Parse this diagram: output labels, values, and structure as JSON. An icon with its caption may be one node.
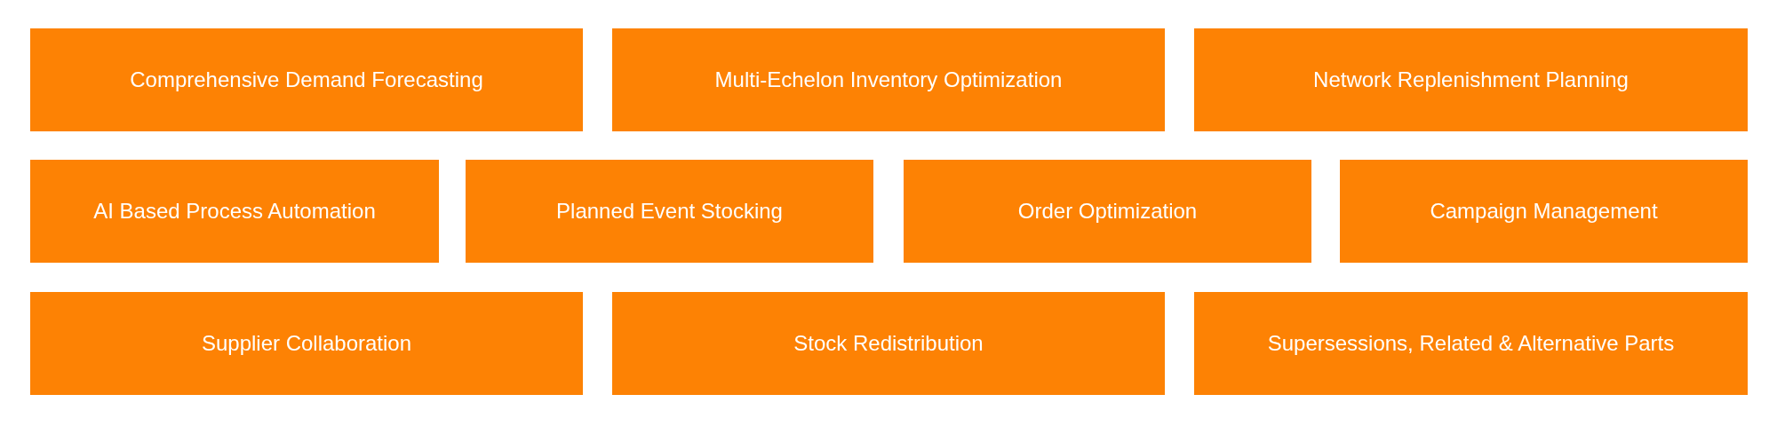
{
  "diagram": {
    "nodes": [
      {
        "text": [
          "Comprehensive Demand Forecasting"
        ]
      },
      {
        "text": [
          "Multi-Echelon Inventory Optimization"
        ]
      },
      {
        "text": [
          "Network Replenishment Planning"
        ]
      },
      {
        "text": [
          "AI Based Process Automation"
        ]
      },
      {
        "text": [
          "Planned Event Stocking"
        ]
      },
      {
        "text": [
          "Order Optimization"
        ]
      },
      {
        "text": [
          "Campaign Management"
        ]
      },
      {
        "text": [
          "Supplier Collaboration"
        ]
      },
      {
        "text": [
          "Stock Redistribution"
        ]
      },
      {
        "text": [
          "Supersessions, Related & Alternative Parts"
        ]
      }
    ]
  }
}
